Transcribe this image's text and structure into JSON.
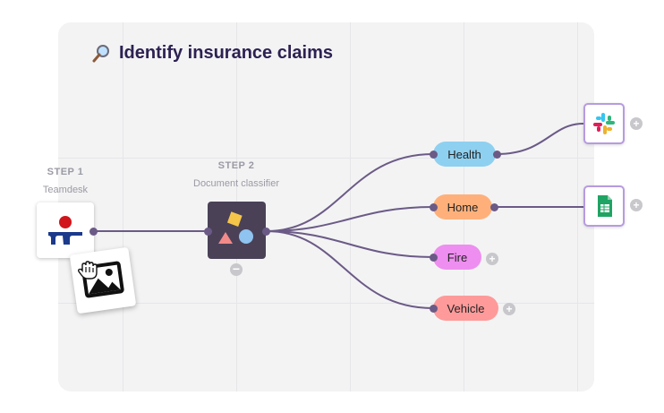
{
  "title": {
    "text": "Identify insurance claims",
    "icon": "magnifier-icon"
  },
  "steps": [
    {
      "num": "STEP 1",
      "name": "Teamdesk"
    },
    {
      "num": "STEP 2",
      "name": "Document classifier"
    }
  ],
  "categories": [
    {
      "label": "Health",
      "color": "#8ed0f0"
    },
    {
      "label": "Home",
      "color": "#ffb07a"
    },
    {
      "label": "Fire",
      "color": "#ee8ef0"
    },
    {
      "label": "Vehicle",
      "color": "#ff9a9a"
    }
  ],
  "integrations": [
    {
      "app": "slack-icon",
      "target": "Health"
    },
    {
      "app": "google-sheets-icon",
      "target": "Home"
    }
  ],
  "colors": {
    "accent": "#6b5a86",
    "title": "#2d2152",
    "classifier_bg": "#4a4157",
    "tile_border": "#b79be0"
  },
  "plus_label": "+",
  "minus_label": "−"
}
